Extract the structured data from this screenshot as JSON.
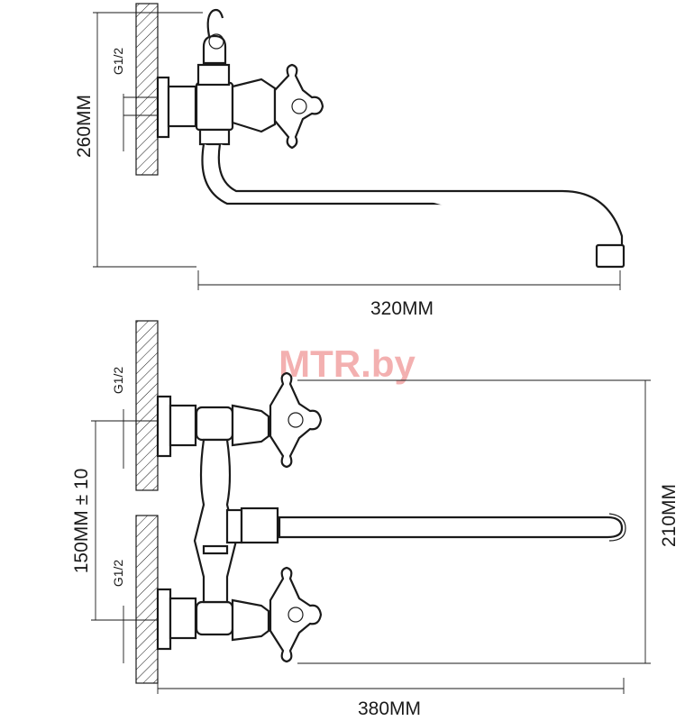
{
  "watermark": "MTR.by",
  "top_view": {
    "height_label": "260MM",
    "thread_label": "G1/2",
    "spout_length_label": "320MM"
  },
  "front_view": {
    "thread_label_upper": "G1/2",
    "thread_label_lower": "G1/2",
    "center_distance_label": "150MM ± 10",
    "height_label": "210MM",
    "total_length_label": "380MM"
  },
  "colors": {
    "line": "#1a1a1a",
    "watermark": "#f2a3a3",
    "background": "#ffffff"
  }
}
